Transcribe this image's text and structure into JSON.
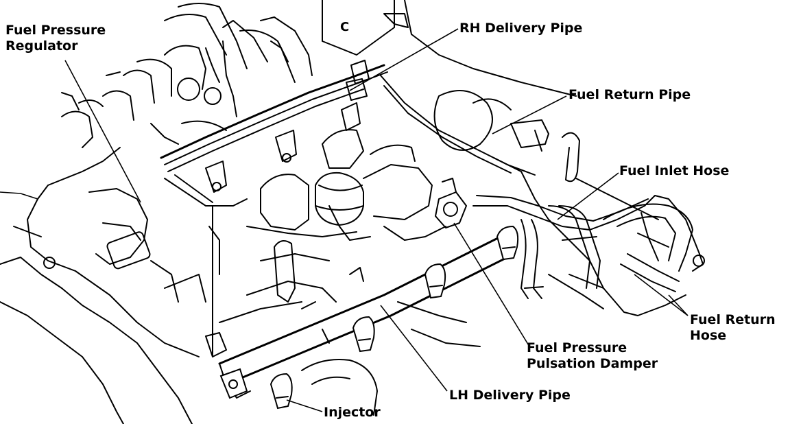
{
  "labels": {
    "fuel_pressure_regulator": [
      "Fuel Pressure",
      "Regulator"
    ],
    "rh_delivery_pipe": "RH Delivery Pipe",
    "fuel_return_pipe": "Fuel Return Pipe",
    "fuel_inlet_hose": "Fuel Inlet Hose",
    "fuel_return_hose": [
      "Fuel Return",
      "Hose"
    ],
    "fuel_pressure_pulsation_damper": [
      "Fuel Pressure",
      "Pulsation Damper"
    ],
    "lh_delivery_pipe": "LH Delivery Pipe",
    "injector": "Injector"
  },
  "colors": {
    "ink": "#000000",
    "paper": "#ffffff"
  }
}
